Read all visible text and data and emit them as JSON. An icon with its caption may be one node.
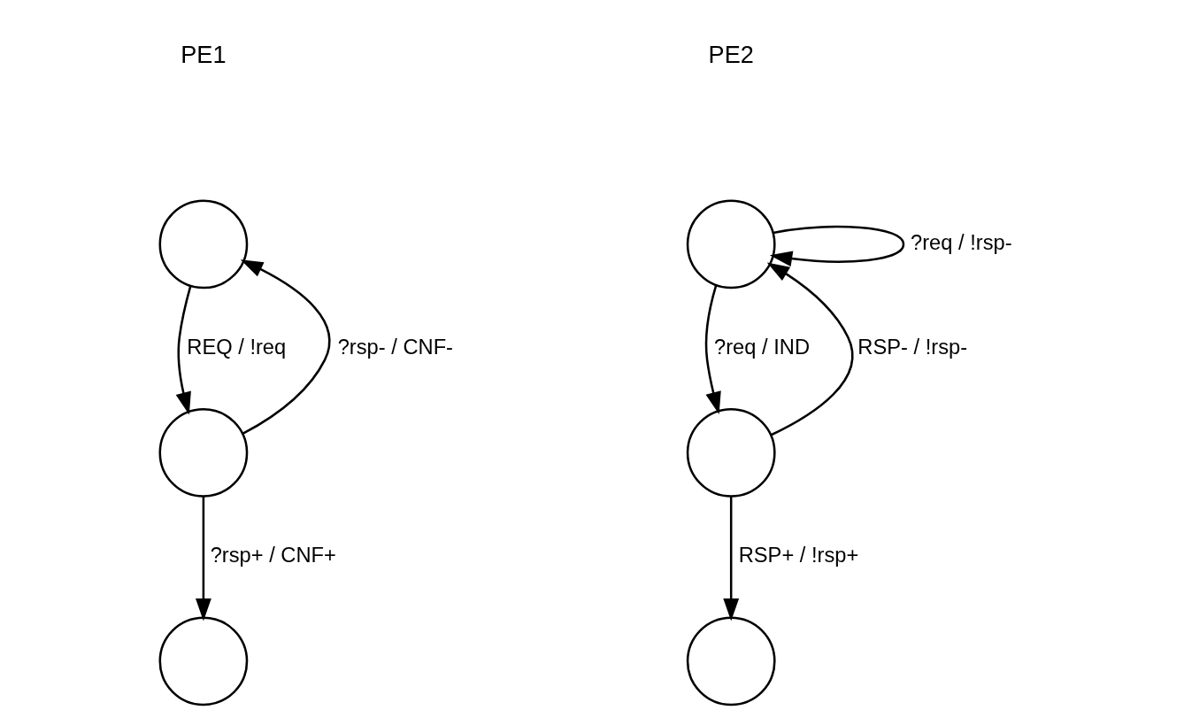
{
  "diagram": {
    "nodes": [
      {
        "text": [],
        "shape": "circle"
      },
      {
        "text": [],
        "shape": "circle"
      },
      {
        "text": [],
        "shape": "circle"
      },
      {
        "text": [],
        "shape": "circle"
      },
      {
        "text": [],
        "shape": "circle"
      },
      {
        "text": [],
        "shape": "circle"
      }
    ],
    "edges": [
      {
        "from": 0,
        "to": 1,
        "arrow": "to",
        "label": "REQ / !req"
      },
      {
        "from": 1,
        "to": 0,
        "arrow": "to",
        "label": "?rsp- / CNF-"
      },
      {
        "from": 1,
        "to": 2,
        "arrow": "to",
        "label": "?rsp+ / CNF+"
      },
      {
        "from": 3,
        "to": 3,
        "arrow": "to",
        "label": "?req / !rsp-"
      },
      {
        "from": 3,
        "to": 4,
        "arrow": "to",
        "label": "?req / IND"
      },
      {
        "from": 4,
        "to": 3,
        "arrow": "to",
        "label": "RSP- / !rsp-"
      },
      {
        "from": 4,
        "to": 5,
        "arrow": "to",
        "label": "RSP+ / !rsp+"
      }
    ],
    "labels": [
      "PE1",
      "PE2"
    ]
  }
}
